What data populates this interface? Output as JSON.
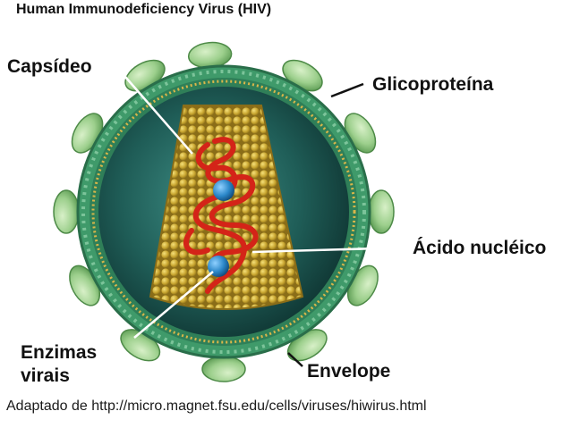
{
  "title": "Human Immunodeficiency Virus (HIV)",
  "labels": {
    "capsid": "Capsídeo",
    "glycoprotein": "Glicoproteína",
    "nucleic_acid": "Ácido nucléico",
    "enzymes_line1": "Enzimas",
    "enzymes_line2": "virais",
    "envelope": "Envelope"
  },
  "source": "Adaptado de http://micro.magnet.fsu.edu/cells/viruses/hiwirus.html",
  "colors": {
    "membrane": "#3f9a6a",
    "interior": "#164a44",
    "capsid": "#c9a630",
    "rna": "#d42418",
    "enzyme": "#2a86c8",
    "glycoprotein": "#9ccf8c"
  }
}
